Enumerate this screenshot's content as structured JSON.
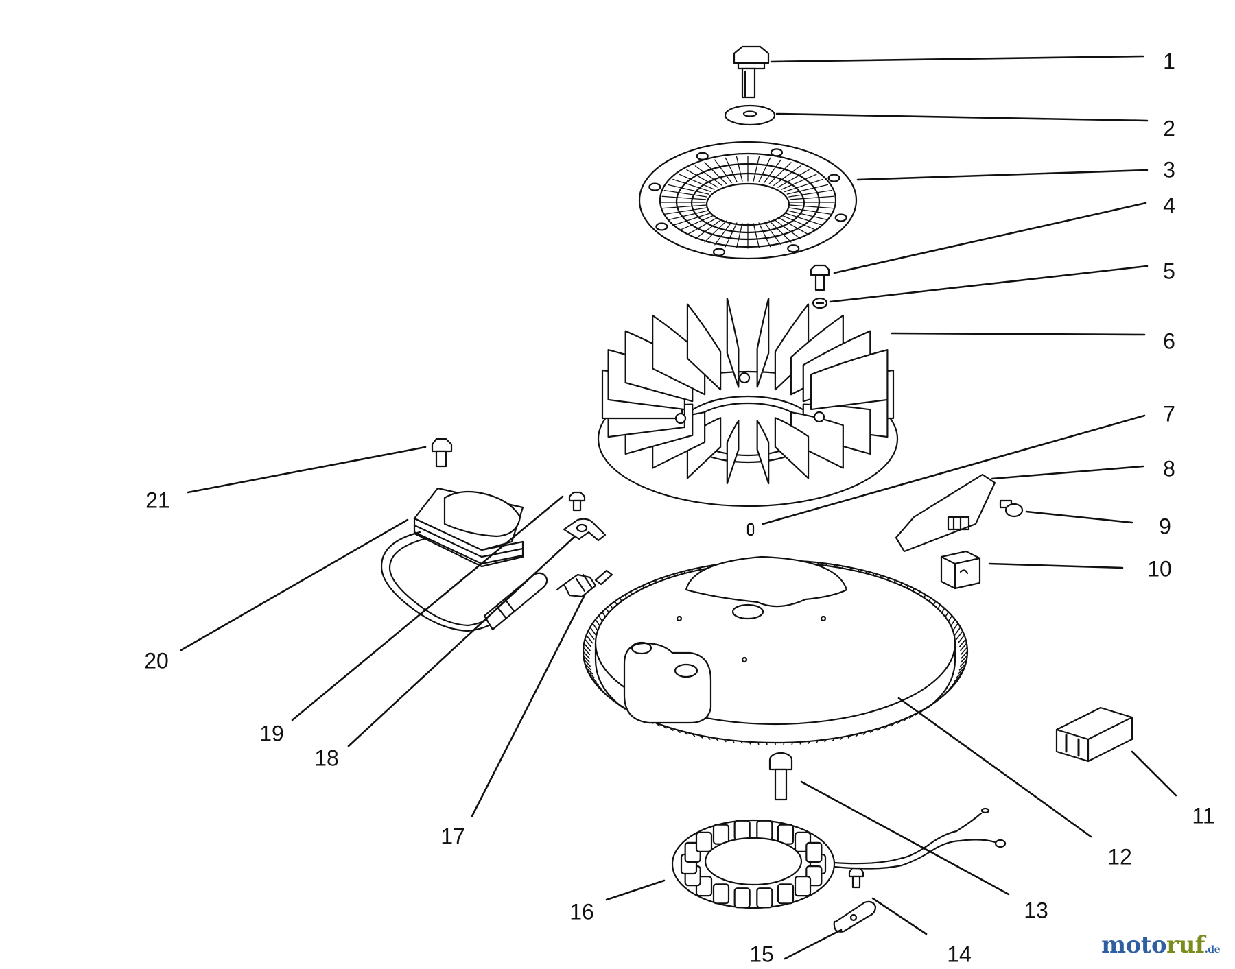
{
  "diagram": {
    "callouts": [
      {
        "id": "1",
        "label": "1"
      },
      {
        "id": "2",
        "label": "2"
      },
      {
        "id": "3",
        "label": "3"
      },
      {
        "id": "4",
        "label": "4"
      },
      {
        "id": "5",
        "label": "5"
      },
      {
        "id": "6",
        "label": "6"
      },
      {
        "id": "7",
        "label": "7"
      },
      {
        "id": "8",
        "label": "8"
      },
      {
        "id": "9",
        "label": "9"
      },
      {
        "id": "10",
        "label": "10"
      },
      {
        "id": "11",
        "label": "11"
      },
      {
        "id": "12",
        "label": "12"
      },
      {
        "id": "13",
        "label": "13"
      },
      {
        "id": "14",
        "label": "14"
      },
      {
        "id": "15",
        "label": "15"
      },
      {
        "id": "16",
        "label": "16"
      },
      {
        "id": "17",
        "label": "17"
      },
      {
        "id": "18",
        "label": "18"
      },
      {
        "id": "19",
        "label": "19"
      },
      {
        "id": "20",
        "label": "20"
      },
      {
        "id": "21",
        "label": "21"
      }
    ]
  },
  "watermark": {
    "part1": "moto",
    "part2": "ruf",
    "suffix": ".de"
  },
  "colors": {
    "line": "#111111",
    "watermark_blue": "#2f5fa0",
    "watermark_green": "#7b8c1d"
  }
}
